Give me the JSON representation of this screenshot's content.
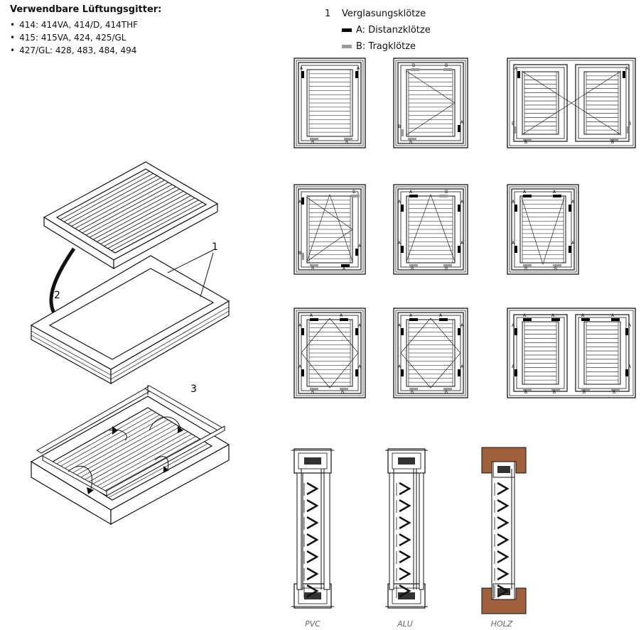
{
  "heading": "Verwendbare Lüftungsgitter:",
  "grid_list": [
    "414: 414VA, 414/D, 414THF",
    "415: 415VA, 424, 425/GL",
    "427/GL: 428, 483, 484, 494"
  ],
  "legend": {
    "number": "1",
    "title": "Verglasungsklötze",
    "a_label": "A: Distanzklötze",
    "b_label": "B: Tragklötze",
    "a_color": "#000000",
    "b_color": "#9a9a9a"
  },
  "step_labels": {
    "one": "1",
    "two": "2",
    "three": "3"
  },
  "block_letters": {
    "a": "A",
    "b": "B"
  },
  "profiles": [
    "PVC",
    "ALU",
    "HOLZ"
  ],
  "colors": {
    "wood": "#a0603a",
    "line": "#111111"
  }
}
